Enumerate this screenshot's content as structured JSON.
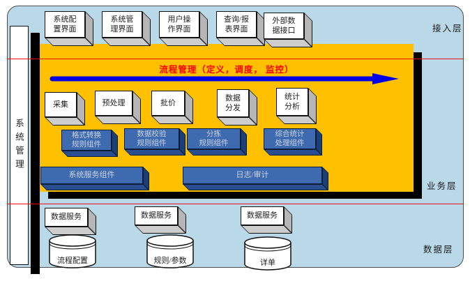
{
  "colors": {
    "orange": "#FFC000",
    "container_bg": "#B9D9E9",
    "blue_box": "#3E6AB0",
    "arrow": "#0000E6",
    "red": "#FF0000"
  },
  "left_bar": {
    "label": "系统管理"
  },
  "layer_labels": {
    "access": "接入层",
    "business": "业务层",
    "data": "数据层"
  },
  "flow_banner": {
    "label": "流程管理（定义，调度， 监控）"
  },
  "top_boxes": [
    {
      "label": "系统配\n置界面"
    },
    {
      "label": "系统管\n理界面"
    },
    {
      "label": "用户操\n作界面"
    },
    {
      "label": "查询/报\n表界面"
    },
    {
      "label": "外部数\n据接口"
    }
  ],
  "process_boxes": [
    {
      "label": "采集"
    },
    {
      "label": "预处理"
    },
    {
      "label": "批价"
    },
    {
      "label": "数据\n分发"
    },
    {
      "label": "统计\n分析"
    }
  ],
  "rule_boxes": [
    {
      "label": "格式转换\n规则组件"
    },
    {
      "label": "数据校验\n规则组件"
    },
    {
      "label": "分拣\n规则组件"
    },
    {
      "label": "综合统计\n处理组件"
    }
  ],
  "service_boxes": [
    {
      "label": "系统服务组件"
    },
    {
      "label": "日志/审计"
    }
  ],
  "data_service_boxes": [
    {
      "label": "数据服务"
    },
    {
      "label": "数据服务"
    },
    {
      "label": "数据服务"
    }
  ],
  "databases": [
    {
      "label": "流程配置"
    },
    {
      "label": "规则/参数"
    },
    {
      "label": "详单"
    }
  ]
}
